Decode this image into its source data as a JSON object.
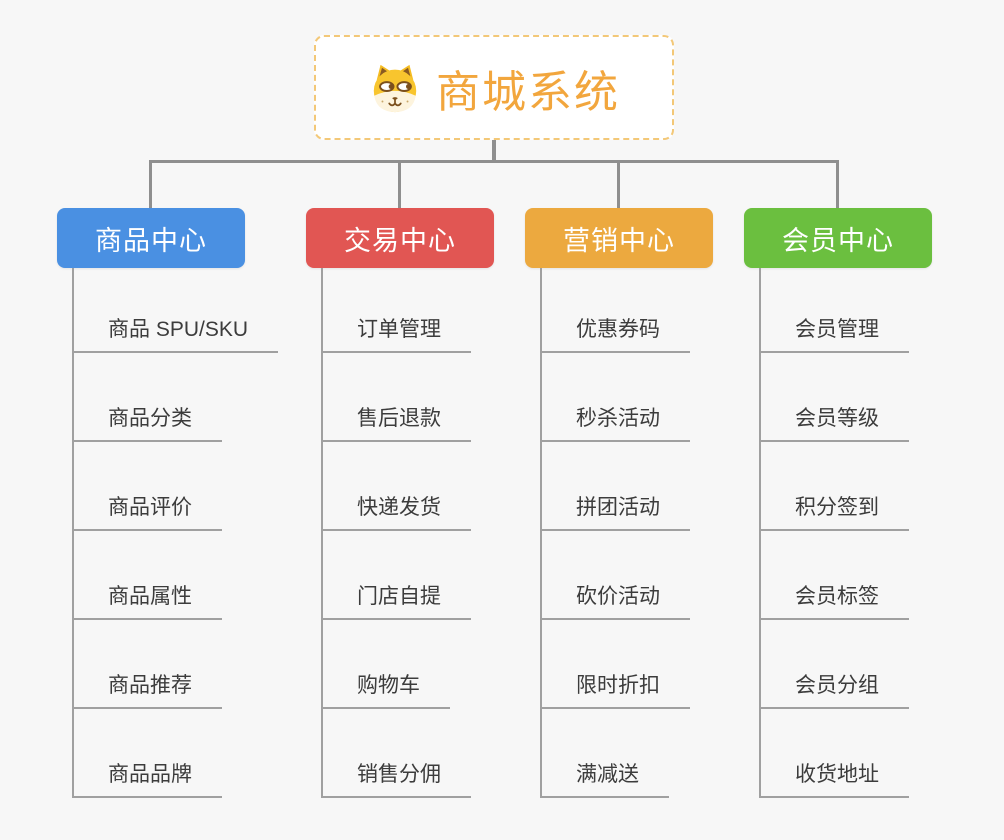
{
  "canvas": {
    "background": "#f7f7f7",
    "connector_color": "#8f8f8f",
    "child_line_color": "#a0a0a0"
  },
  "root": {
    "title": "商城系统",
    "icon": "shiba-dog-icon",
    "text_color": "#f2a63d",
    "border_color": "#f3c878",
    "background": "#ffffff"
  },
  "branches": [
    {
      "label": "商品中心",
      "color": "#4a90e2",
      "children": [
        "商品 SPU/SKU",
        "商品分类",
        "商品评价",
        "商品属性",
        "商品推荐",
        "商品品牌"
      ]
    },
    {
      "label": "交易中心",
      "color": "#e15653",
      "children": [
        "订单管理",
        "售后退款",
        "快递发货",
        "门店自提",
        "购物车",
        "销售分佣"
      ]
    },
    {
      "label": "营销中心",
      "color": "#eca93f",
      "children": [
        "优惠券码",
        "秒杀活动",
        "拼团活动",
        "砍价活动",
        "限时折扣",
        "满减送"
      ]
    },
    {
      "label": "会员中心",
      "color": "#6bbf3f",
      "children": [
        "会员管理",
        "会员等级",
        "积分签到",
        "会员标签",
        "会员分组",
        "收货地址"
      ]
    }
  ]
}
